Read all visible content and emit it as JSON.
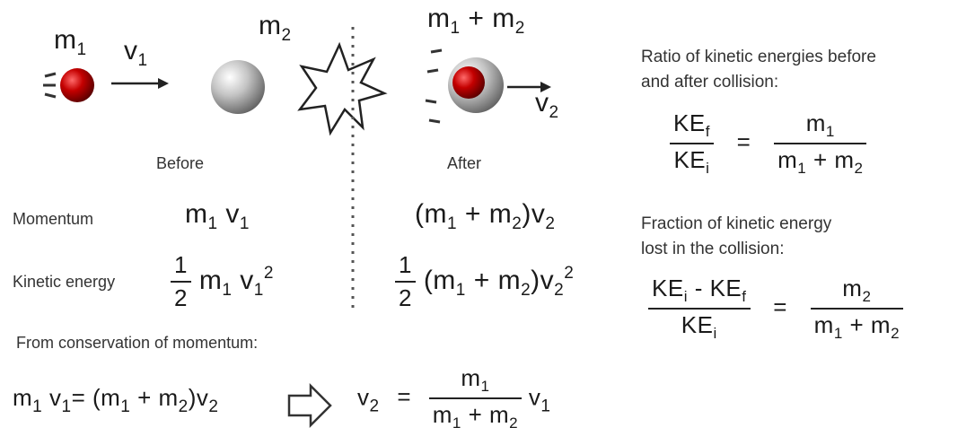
{
  "diagram": {
    "top": {
      "m1": "m",
      "m1_sub": "1",
      "v1": "v",
      "v1_sub": "1",
      "m2": "m",
      "m2_sub": "2",
      "m12_a": "m",
      "m12_a_sub": "1",
      "plus": "+",
      "m12_b": "m",
      "m12_b_sub": "2",
      "v2": "v",
      "v2_sub": "2"
    },
    "before_label": "Before",
    "after_label": "After",
    "momentum": {
      "label": "Momentum",
      "before": {
        "m": "m",
        "m_sub": "1",
        "v": "v",
        "v_sub": "1"
      },
      "after": {
        "open": "(m",
        "m1_sub": "1",
        "plus": " + m",
        "m2_sub": "2",
        "close": ")v",
        "v_sub": "2"
      }
    },
    "kinetic": {
      "label": "Kinetic energy",
      "half_num": "1",
      "half_den": "2",
      "before": {
        "m": "m",
        "m_sub": "1",
        "v": "v",
        "v_sub": "1",
        "v_sup": "2"
      },
      "after": {
        "open": "(m",
        "m1_sub": "1",
        "plus": " + m",
        "m2_sub": "2",
        "close": ")v",
        "v_sub": "2",
        "v_sup": "2"
      }
    },
    "conservation": {
      "text": "From conservation of momentum:",
      "lhs": {
        "m": "m",
        "m_sub": "1",
        "v": "v",
        "v_sub": "1",
        "eq": "= (m",
        "m1_sub": "1",
        "plus": " + m",
        "m2_sub": "2",
        "close": ")v",
        "vv_sub": "2"
      },
      "rhs": {
        "v": "v",
        "v_sub": "2",
        "eq": "=",
        "num_m": "m",
        "num_sub": "1",
        "den_m": "m",
        "den_m1_sub": "1",
        "den_plus": " + m",
        "den_m2_sub": "2",
        "tail_v": "v",
        "tail_sub": "1"
      }
    },
    "ratio": {
      "text_line1": "Ratio of kinetic energies before",
      "text_line2": "and after collision:",
      "lhs_num": "KE",
      "lhs_num_sub": "f",
      "lhs_den": "KE",
      "lhs_den_sub": "i",
      "eq": "=",
      "rhs_num": "m",
      "rhs_num_sub": "1",
      "rhs_den_m": "m",
      "rhs_den_m1_sub": "1",
      "rhs_den_plus": " + m",
      "rhs_den_m2_sub": "2"
    },
    "fraction": {
      "text_line1": "Fraction of kinetic energy",
      "text_line2": "lost in the collision:",
      "lhs_num_a": "KE",
      "lhs_num_a_sub": "i",
      "lhs_num_minus": " - KE",
      "lhs_num_b_sub": "f",
      "lhs_den": "KE",
      "lhs_den_sub": "i",
      "eq": "=",
      "rhs_num": "m",
      "rhs_num_sub": "2",
      "rhs_den_m": "m",
      "rhs_den_m1_sub": "1",
      "rhs_den_plus": " + m",
      "rhs_den_m2_sub": "2"
    },
    "colors": {
      "red_ball": "#b00000",
      "grey_ball": "#9a9a9a",
      "ink": "#1a1a1a"
    }
  }
}
